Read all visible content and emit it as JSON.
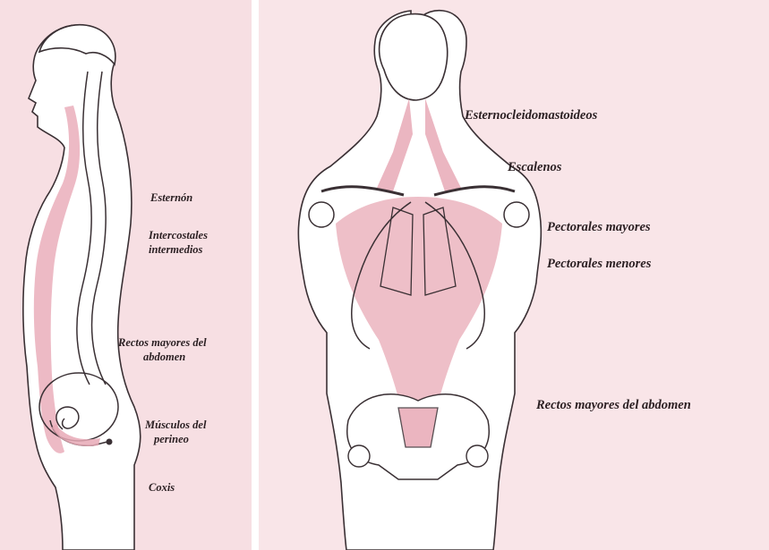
{
  "side_view": {
    "labels": {
      "esternon": "Esternón",
      "intercostales_1": "Intercostales",
      "intercostales_2": "intermedios",
      "rectos_1": "Rectos mayores del",
      "rectos_2": "abdomen",
      "musculos_1": "Músculos del",
      "musculos_2": "perineo",
      "coxis": "Coxis"
    }
  },
  "front_view": {
    "labels": {
      "esternocleidomastoideos": "Esternocleidomastoideos",
      "escalenos": "Escalenos",
      "pectorales_mayores": "Pectorales mayores",
      "pectorales_menores": "Pectorales menores",
      "rectos_mayores_abdomen": "Rectos mayores del abdomen"
    }
  },
  "colors": {
    "background_side": "#f7dfe3",
    "background_front": "#f9e5e8",
    "muscle_highlight": "#e8a9b6",
    "outline": "#3a3034",
    "body_fill": "#ffffff"
  }
}
